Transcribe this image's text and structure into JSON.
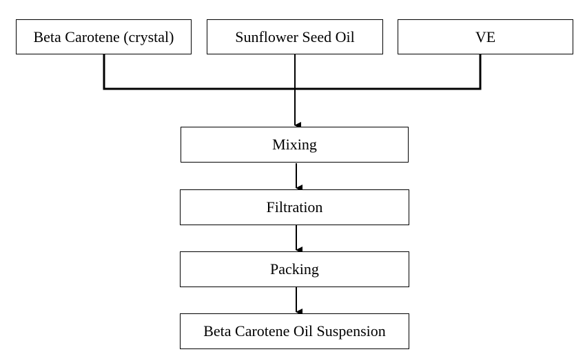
{
  "inputs": [
    {
      "label": "Beta Carotene (crystal)"
    },
    {
      "label": "Sunflower Seed Oil"
    },
    {
      "label": "VE"
    }
  ],
  "steps": [
    {
      "label": "Mixing"
    },
    {
      "label": "Filtration"
    },
    {
      "label": "Packing"
    },
    {
      "label": "Beta Carotene Oil Suspension"
    }
  ]
}
